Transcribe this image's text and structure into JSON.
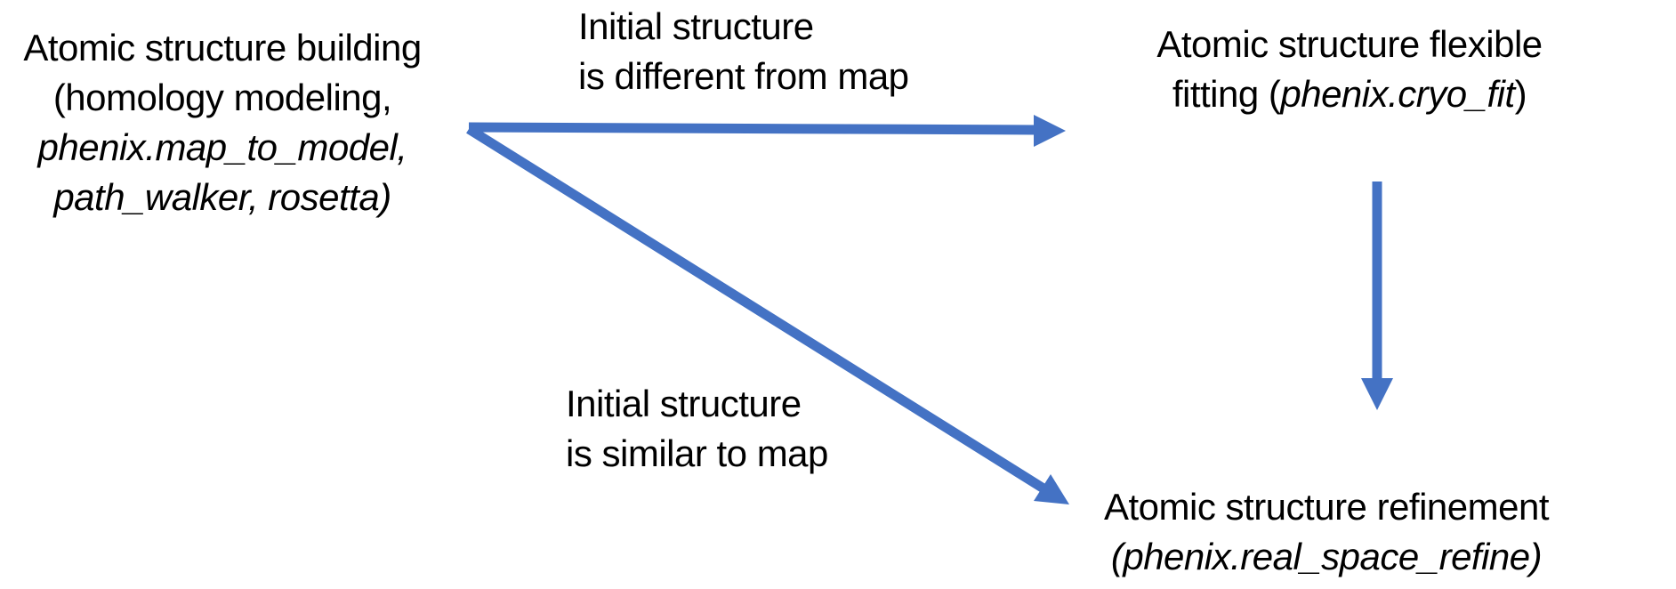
{
  "colors": {
    "arrow": "#4472C4",
    "text": "#000000",
    "background": "#FFFFFF"
  },
  "nodes": {
    "building": {
      "line1": "Atomic structure building",
      "line2": "(homology modeling,",
      "line3": "phenix.map_to_model,",
      "line4": "path_walker, rosetta)"
    },
    "fitting": {
      "line1": "Atomic structure flexible",
      "line2_prefix": "fitting (",
      "line2_program": "phenix.cryo_fit",
      "line2_suffix": ")"
    },
    "refinement": {
      "line1": "Atomic structure refinement",
      "line2": "(phenix.real_space_refine)"
    }
  },
  "labels": {
    "different": {
      "line1": "Initial structure",
      "line2": "is different from map"
    },
    "similar": {
      "line1": "Initial structure",
      "line2": "is similar to map"
    }
  }
}
